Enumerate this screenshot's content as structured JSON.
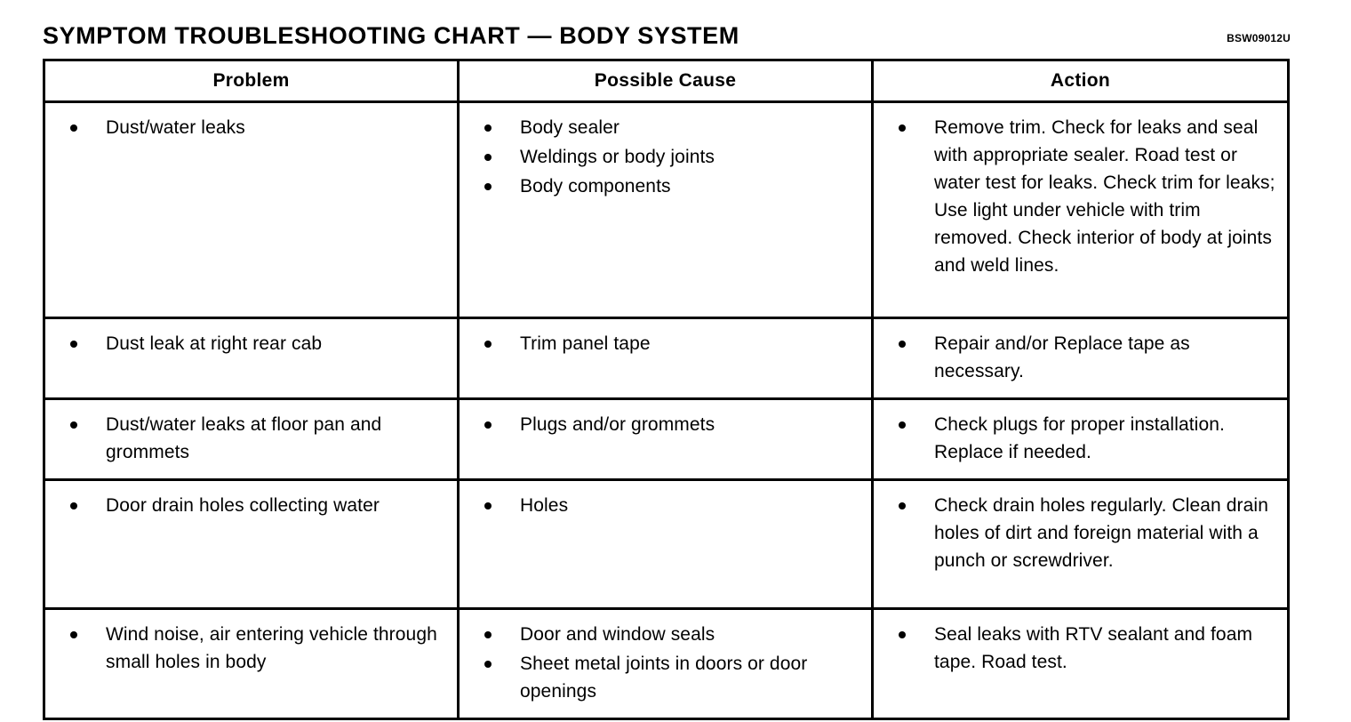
{
  "document": {
    "title": "SYMPTOM TROUBLESHOOTING CHART — BODY SYSTEM",
    "reference_code": "BSW09012U"
  },
  "table": {
    "headers": {
      "problem": "Problem",
      "possible_cause": "Possible Cause",
      "action": "Action"
    },
    "rows": [
      {
        "problem": [
          "Dust/water leaks"
        ],
        "possible_cause": [
          "Body sealer",
          "Weldings or body joints",
          "Body components"
        ],
        "action": [
          "Remove trim. Check for leaks and seal with appropriate sealer. Road test or water test for leaks. Check trim for leaks; Use light under vehicle with trim removed. Check interior of body at joints and weld lines."
        ]
      },
      {
        "problem": [
          "Dust leak at right rear cab"
        ],
        "possible_cause": [
          "Trim panel tape"
        ],
        "action": [
          "Repair and/or Replace tape as necessary."
        ]
      },
      {
        "problem": [
          "Dust/water leaks at floor pan and grommets"
        ],
        "possible_cause": [
          "Plugs and/or grommets"
        ],
        "action": [
          "Check plugs for proper installation. Replace if needed."
        ]
      },
      {
        "problem": [
          "Door drain holes collecting water"
        ],
        "possible_cause": [
          "Holes"
        ],
        "action": [
          "Check drain holes regularly. Clean drain holes of dirt and foreign material with a punch or screwdriver."
        ]
      },
      {
        "problem": [
          "Wind noise, air entering vehicle through small holes in body"
        ],
        "possible_cause": [
          "Door and window seals",
          "Sheet metal joints in doors or door openings"
        ],
        "action": [
          "Seal leaks with RTV sealant and foam tape. Road test."
        ]
      }
    ]
  },
  "colors": {
    "ink": "#000000",
    "paper": "#ffffff"
  }
}
